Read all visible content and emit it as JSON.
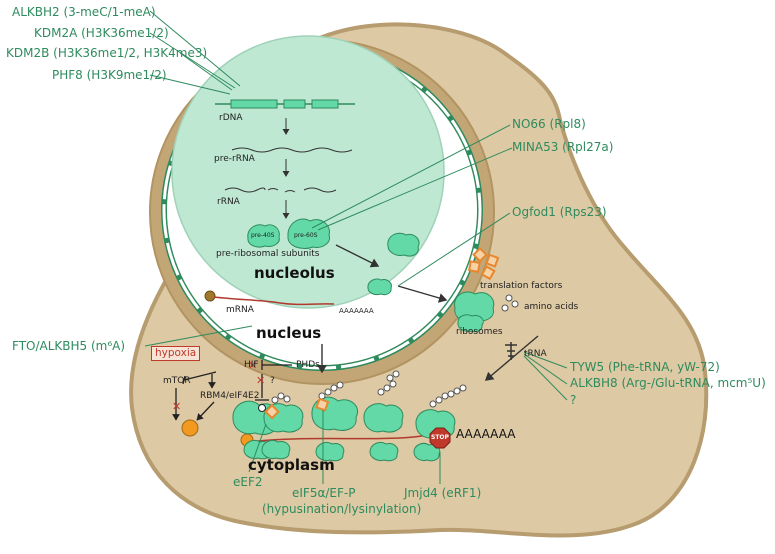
{
  "modifiers_top": [
    "ALKBH2 (3-meC/1-meA)",
    "KDM2A (H3K36me1/2)",
    "KDM2B (H3K36me1/2, H3K4me3)",
    "PHF8 (H3K9me1/2)"
  ],
  "ribosomal_modifiers": [
    "NO66 (Rpl8)",
    "MINA53 (Rpl27a)",
    "Ogfod1 (Rps23)"
  ],
  "mrna_modifier": "FTO/ALKBH5 (m⁶A)",
  "trna_modifiers": [
    "TYW5 (Phe-tRNA, yW-72)",
    "ALKBH8 (Arg-/Glu-tRNA, mcm⁵U)",
    "?"
  ],
  "bottom_modifiers": {
    "eef2": "eEF2",
    "eif5a": "eIF5α/EF-P",
    "eif5a_note": "(hypusination/lysinylation)",
    "jmjd4": "Jmjd4 (eRF1)"
  },
  "nucleolus": {
    "rdna": "rDNA",
    "pre_rrna": "pre-rRNA",
    "rrna": "rRNA",
    "pre40s": "pre-40S",
    "pre60s": "pre-60S",
    "subunits": "pre-ribosomal subunits",
    "title": "nucleolus"
  },
  "nucleus": {
    "title": "nucleus",
    "mrna": "mRNA",
    "polya": "AAAAAAA"
  },
  "cytoplasm": {
    "title": "cytoplasm",
    "translation_factors": "translation factors",
    "ribosomes": "ribosomes",
    "amino_acids": "amino acids",
    "trna": "tRNA",
    "polya": "AAAAAAA",
    "stop": "STOP"
  },
  "hypoxia": {
    "box": "hypoxia",
    "hif": "HIF",
    "phds": "PHDs",
    "mtor": "mTOR",
    "rbm4": "RBM4/eIF4E2",
    "question": "?"
  },
  "colors": {
    "cell": "#ddc9a3",
    "nucleus_ring": "#c3a676",
    "nucleolus": "#bfe8d3",
    "ribosome": "#62d9a6",
    "label_green": "#2e8b5e",
    "mrna_red": "#b03a2e",
    "factor_orange": "#e8872e"
  }
}
